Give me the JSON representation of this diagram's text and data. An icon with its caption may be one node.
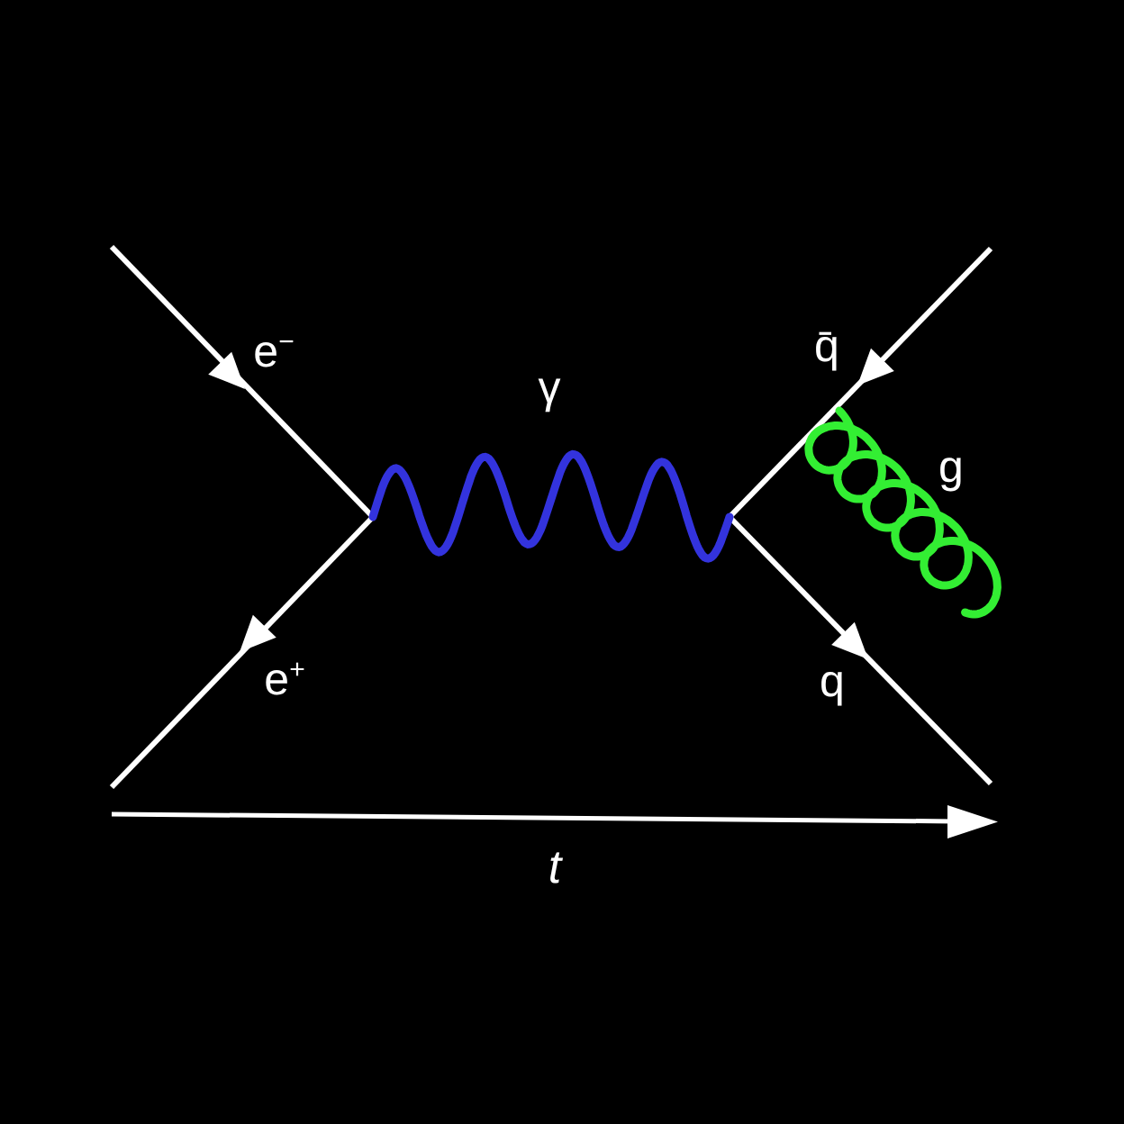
{
  "diagram": {
    "labels": [
      "q̄",
      "e$^{−}$",
      "γ",
      "g",
      "e$^{+}$",
      "q",
      "t"
    ]
  }
}
